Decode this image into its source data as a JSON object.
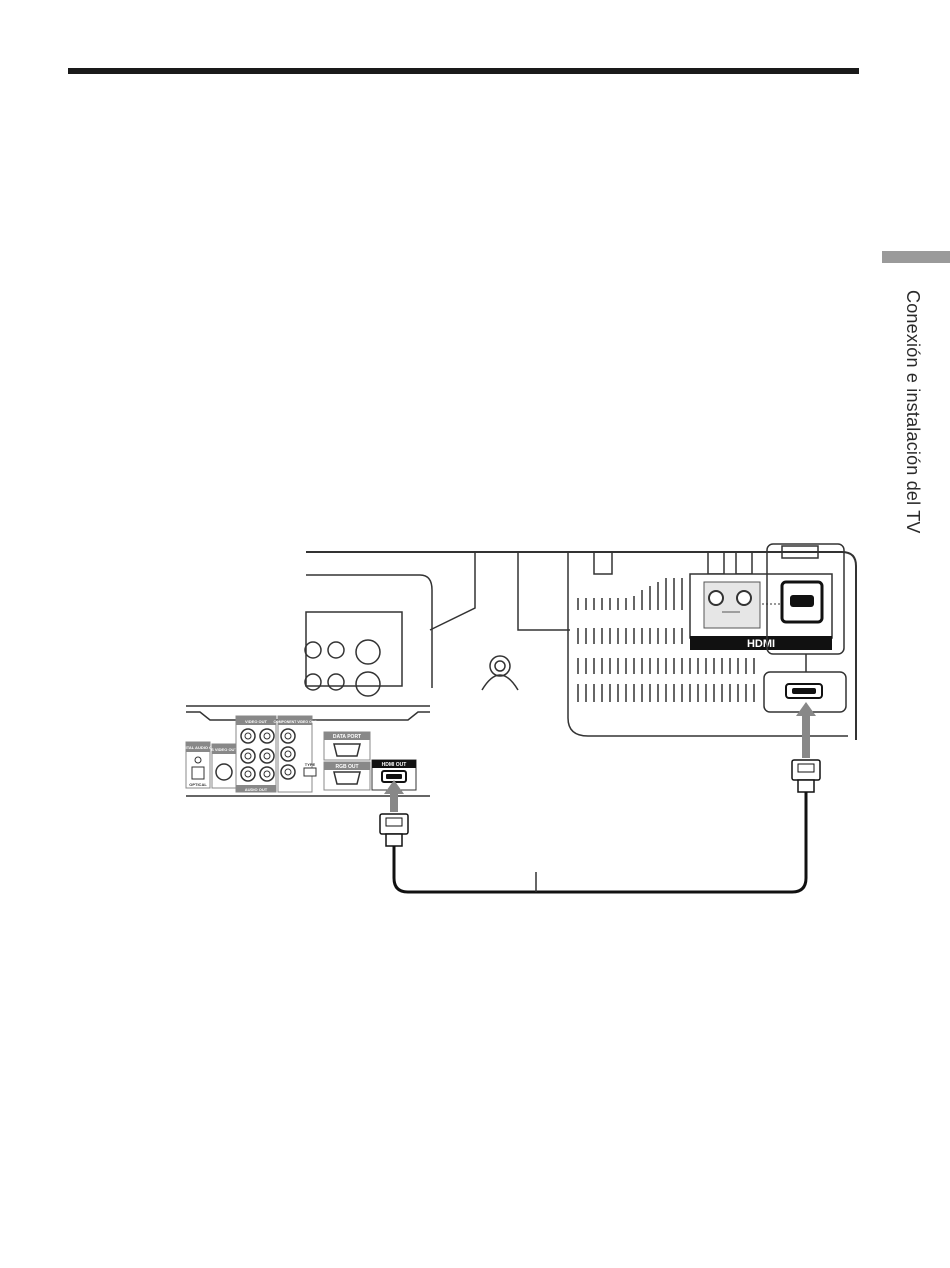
{
  "page": {
    "section_tab_title": "Conexión e instalación del TV"
  },
  "illustration": {
    "player_panel": {
      "digital_audio_out": "DIGITAL AUDIO OUT",
      "optical": "OPTICAL",
      "s_video_out": "S VIDEO OUT",
      "video_out": "VIDEO OUT",
      "component_video_out": "COMPONENT VIDEO OUT",
      "audio_out": "AUDIO OUT",
      "data_port": "DATA PORT",
      "rgb_out": "RGB OUT",
      "hdmi_out": "HDMI OUT",
      "type": "TYPE"
    },
    "tv_panel": {
      "hdmi_logo": "HDMI"
    }
  }
}
